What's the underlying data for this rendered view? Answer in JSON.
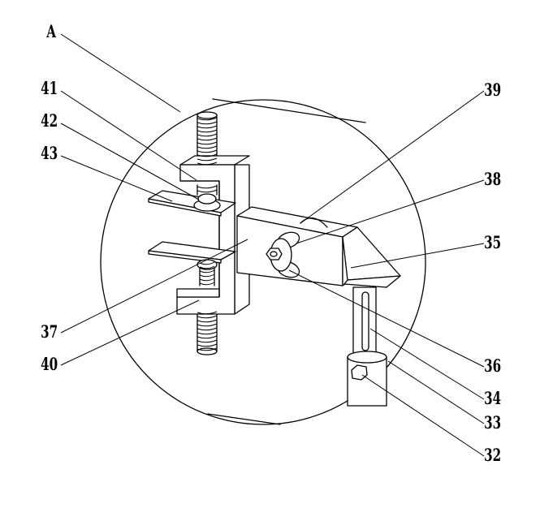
{
  "figure": {
    "labels": {
      "A": "A",
      "l41": "41",
      "l42": "42",
      "l43": "43",
      "l37": "37",
      "l40": "40",
      "l39": "39",
      "l38": "38",
      "l35": "35",
      "l36": "36",
      "l34": "34",
      "l33": "33",
      "l32": "32"
    },
    "colors": {
      "stroke": "#000000",
      "background": "#ffffff"
    }
  }
}
